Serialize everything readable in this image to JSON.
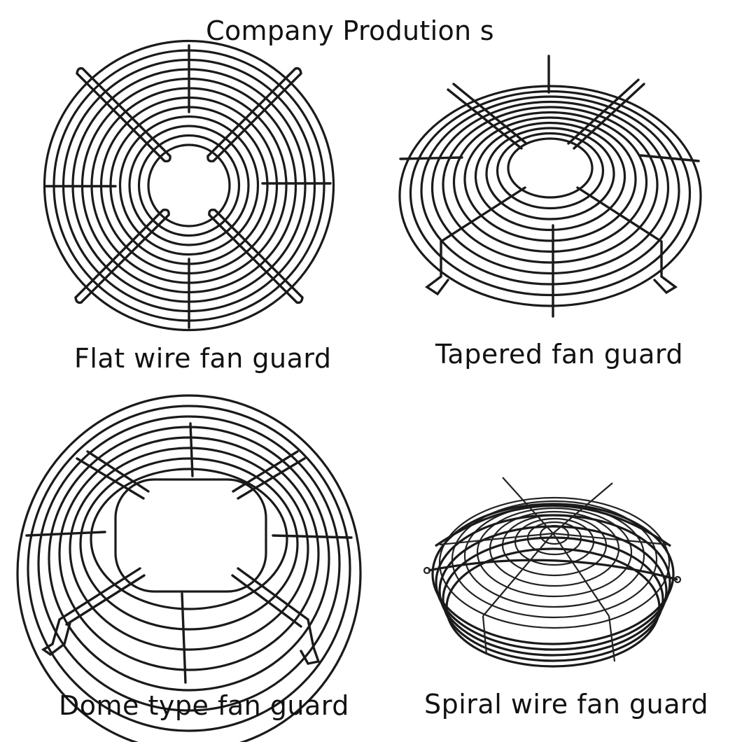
{
  "title": "Company Prodution s",
  "products": [
    {
      "id": "flat",
      "caption": "Flat wire fan guard"
    },
    {
      "id": "tapered",
      "caption": "Tapered fan guard"
    },
    {
      "id": "dome",
      "caption": "Dome type fan guard"
    },
    {
      "id": "spiral",
      "caption": "Spiral wire fan guard"
    }
  ],
  "colors": {
    "wire": "#1a1a1a",
    "background": "#ffffff"
  }
}
